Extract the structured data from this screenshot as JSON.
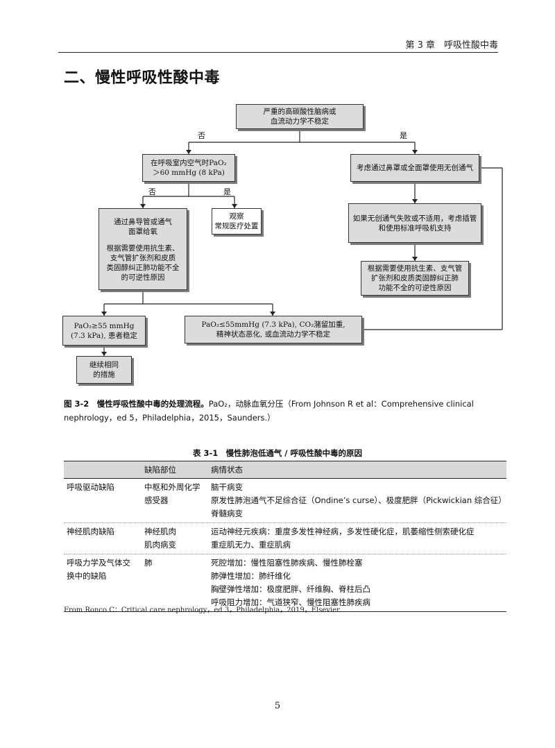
{
  "header": {
    "running_title": "第 3 章　呼吸性酸中毒"
  },
  "section": {
    "title": "二、慢性呼吸性酸中毒"
  },
  "flowchart": {
    "top": {
      "lines": [
        "严重的高碳酸性脑病或",
        "血流动力学不稳定"
      ]
    },
    "label_no_1": "否",
    "label_yes_1": "是",
    "room_air": {
      "lines": [
        "在呼吸室内空气时PaO₂",
        "＞60 mmHg (8 kPa)"
      ]
    },
    "niv": {
      "lines": [
        "考虑通过鼻罩或全面罩使用无创通气"
      ]
    },
    "label_no_2": "否",
    "label_yes_2": "是",
    "oxygen": {
      "lines_a": [
        "通过鼻导管或通气",
        "面罩给氧"
      ],
      "lines_b": [
        "根据需要使用抗生素、",
        "支气管扩张剂和皮质",
        "类固醇纠正肺功能不全",
        "的可逆性原因"
      ]
    },
    "observe": {
      "lines": [
        "观察",
        "常规医疗处置"
      ]
    },
    "intubate": {
      "lines": [
        "如果无创通气失败或不适用，考虑插管",
        "和使用标准呼吸机支持"
      ]
    },
    "reversible": {
      "lines": [
        "根据需要使用抗生素、支气管",
        "扩张剂和皮质类固醇纠正肺",
        "功能不全的可逆性原因"
      ]
    },
    "stable": {
      "lines": [
        "PaO₂≥55 mmHg",
        "(7.3 kPa), 患者稳定"
      ]
    },
    "worsening": {
      "lines": [
        "PaO₂≤55mmHg (7.3 kPa), CO₂潴留加重,",
        "精神状态恶化, 或血流动力学不稳定"
      ]
    },
    "continue": {
      "lines": [
        "继续相同",
        "的措施"
      ]
    }
  },
  "figure_caption": {
    "label": "图 3-2　慢性呼吸性酸中毒的处理流程。",
    "text": "PaO₂，动脉血氧分压（From Johnson R et al：Comprehensive clinical nephrology，ed 5，Philadelphia，2015，Saunders.）"
  },
  "table": {
    "title": "表 3-1　慢性肺泡低通气 / 呼吸性酸中毒的原因",
    "headers": [
      "",
      "缺陷部位",
      "病情状态"
    ],
    "rows": [
      {
        "category": [
          "呼吸驱动缺陷"
        ],
        "site": [
          "中枢和外周化学",
          "感受器"
        ],
        "conditions": [
          "脑干病变",
          "原发性肺泡通气不足综合征（Ondine’s curse）、极度肥胖（Pickwickian 综合征）",
          "脊髓病变"
        ]
      },
      {
        "category": [
          "神经肌肉缺陷"
        ],
        "site": [
          "神经肌肉",
          "肌肉病变"
        ],
        "conditions": [
          "运动神经元疾病：重度多发性神经病，多发性硬化症，肌萎缩性侧索硬化症",
          "重症肌无力、重症肌病"
        ]
      },
      {
        "category": [
          "呼吸力学及气体交",
          "换中的缺陷"
        ],
        "site": [
          "肺"
        ],
        "conditions": [
          "死腔增加：慢性阻塞性肺疾病、慢性肺栓塞",
          "肺弹性增加：肺纤维化",
          "胸壁弹性增加：极度肥胖、纤维胸、脊柱后凸",
          "呼吸阻力增加：气道狭窄、慢性阻塞性肺疾病"
        ]
      }
    ]
  },
  "source_note": "From Ronco C：Critical care nephrology，ed 3，Philadelphia，2019，Elsevier.",
  "page_number": "5"
}
